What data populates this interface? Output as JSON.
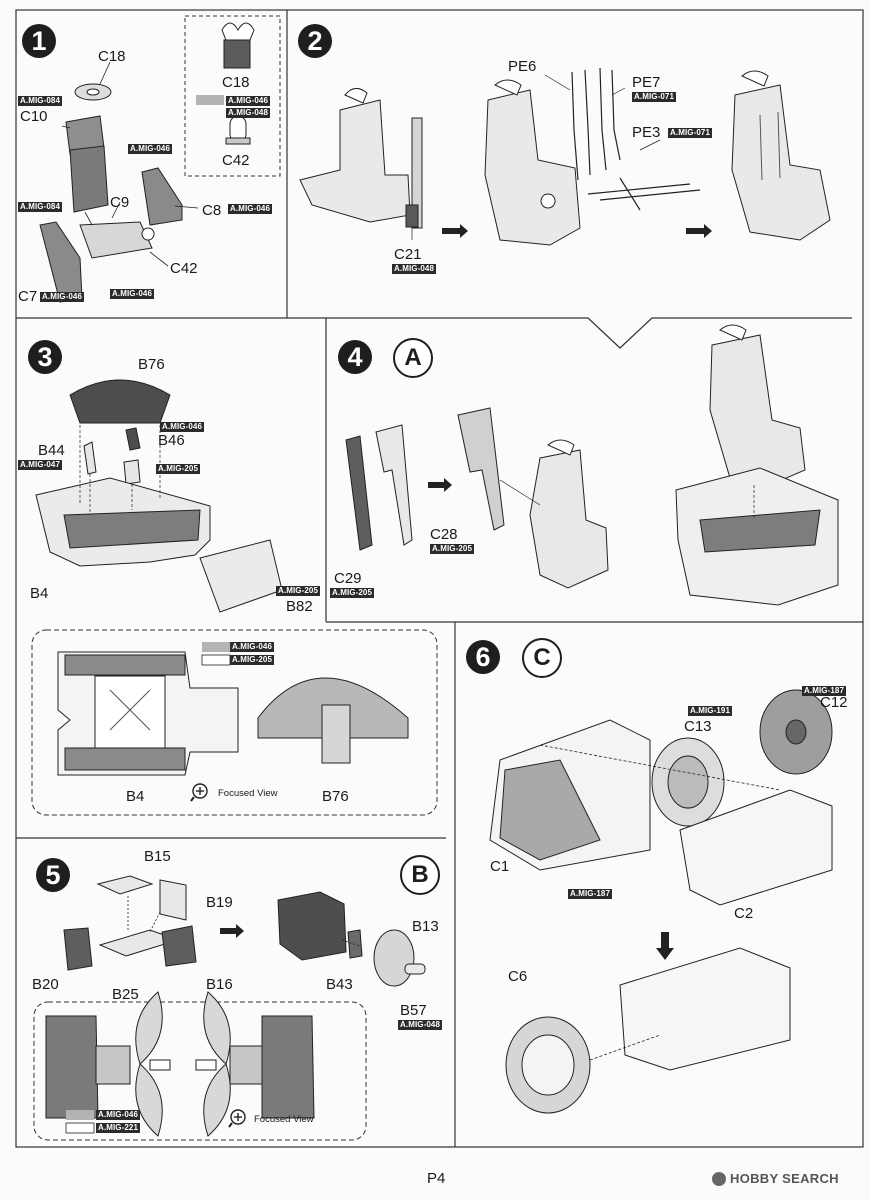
{
  "page": {
    "number": "P4"
  },
  "watermark": {
    "brand": "HOBBY SEARCH",
    "icon": "hobby-search-logo-icon"
  },
  "steps": {
    "s1": {
      "number": "1"
    },
    "s2": {
      "number": "2"
    },
    "s3": {
      "number": "3"
    },
    "s4": {
      "number": "4",
      "letter": "A"
    },
    "s5": {
      "number": "5",
      "letter": "B"
    },
    "s6": {
      "number": "6",
      "letter": "C"
    }
  },
  "step1": {
    "C18": "C18",
    "C10": "C10",
    "C9": "C9",
    "C8": "C8",
    "C7": "C7",
    "C42": "C42",
    "p084a": "A.MIG-084",
    "p046a": "A.MIG-046",
    "p084b": "A.MIG-084",
    "p046b": "A.MIG-046",
    "p046c": "A.MIG-046",
    "p046d": "A.MIG-046",
    "inset": {
      "C18": "C18",
      "C42": "C42",
      "p046": "A.MIG-046",
      "p048": "A.MIG-048"
    }
  },
  "step2": {
    "C21": "C21",
    "p048": "A.MIG-048",
    "PE6": "PE6",
    "PE7": "PE7",
    "PE3": "PE3",
    "p071a": "A.MIG-071",
    "p071b": "A.MIG-071"
  },
  "step3": {
    "B76": "B76",
    "B44": "B44",
    "B46": "B46",
    "B4": "B4",
    "B82": "B82",
    "p046": "A.MIG-046",
    "p047": "A.MIG-047",
    "p205a": "A.MIG-205",
    "p205b": "A.MIG-205",
    "inset": {
      "p046": "A.MIG-046",
      "p205": "A.MIG-205",
      "B4": "B4",
      "B76": "B76",
      "focused": "Focused View"
    }
  },
  "step4": {
    "C28": "C28",
    "C29": "C29",
    "p205a": "A.MIG-205",
    "p205b": "A.MIG-205"
  },
  "step5": {
    "B15": "B15",
    "B19": "B19",
    "B20": "B20",
    "B16": "B16",
    "B25": "B25",
    "B13": "B13",
    "B43": "B43",
    "B57": "B57",
    "p048": "A.MIG-048",
    "inset": {
      "p046": "A.MIG-046",
      "p221": "A.MIG-221",
      "focused": "Focused View"
    }
  },
  "step6": {
    "C13": "C13",
    "C12": "C12",
    "C1": "C1",
    "C2": "C2",
    "C6": "C6",
    "p191": "A.MIG-191",
    "p187a": "A.MIG-187",
    "p187b": "A.MIG-187"
  },
  "colors": {
    "ink": "#1e1e1e",
    "grey_swatch": "#b4b4b4",
    "white_swatch": "#ffffff",
    "paint_tag": "#2b2b2b"
  }
}
